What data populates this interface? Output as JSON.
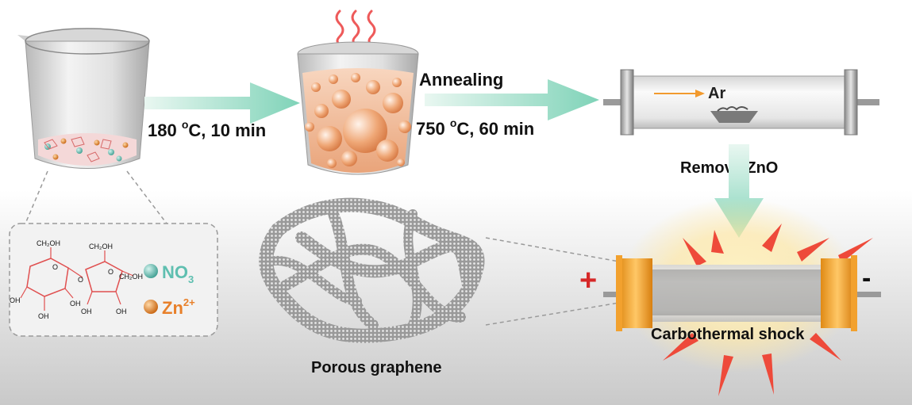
{
  "steps": {
    "step1": {
      "temp": "180 ",
      "unit": "C, 10 min",
      "deg": "o"
    },
    "step2": {
      "label": "Annealing",
      "temp": "750 ",
      "unit": "C, 60 min",
      "deg": "o"
    },
    "step3": {
      "label": "Remove ZnO"
    }
  },
  "tube": {
    "gas_label": "Ar"
  },
  "legend": {
    "nitrate_label": "NO",
    "nitrate_sub": "3",
    "zinc_label": "Zn",
    "zinc_sup": "2+"
  },
  "molecule": {
    "groups": [
      "CH₂OH",
      "OH",
      "OH",
      "OH",
      "CH₂OH",
      "OH",
      "CH₂OH",
      "OH"
    ]
  },
  "products": {
    "graphene_label": "Porous graphene",
    "shock_label": "Carbothermal shock"
  },
  "electrodes": {
    "positive": "+",
    "negative": "-"
  },
  "colors": {
    "arrow": "#7fd3b8",
    "steam": "#ee5a5a",
    "bubble": "#e8935a",
    "nitrate": "#5fbfb0",
    "zinc": "#e8802a",
    "ring": "#e05050",
    "spark": "#ee4a3a",
    "flange": "#f2a12e"
  }
}
